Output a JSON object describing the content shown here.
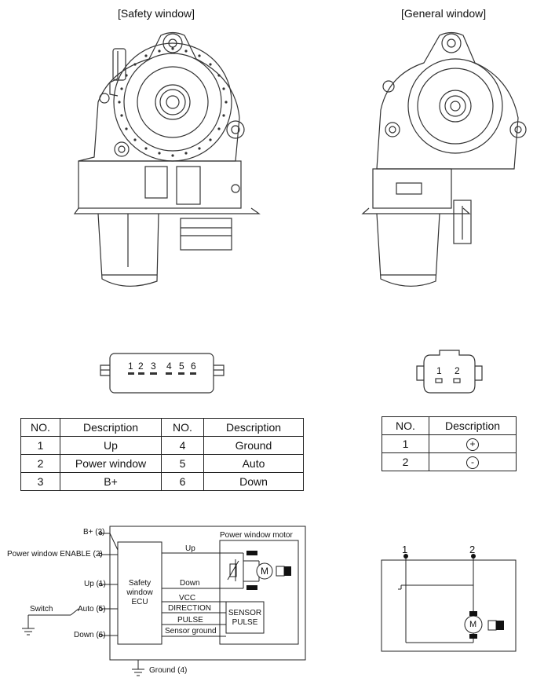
{
  "headings": {
    "safety": "[Safety window]",
    "general": "[General window]"
  },
  "safety_connector": {
    "pins": [
      "1",
      "2",
      "3",
      "4",
      "5",
      "6"
    ]
  },
  "general_connector": {
    "pins": [
      "1",
      "2"
    ]
  },
  "safety_table": {
    "headers": [
      "NO.",
      "Description",
      "NO.",
      "Description"
    ],
    "rows": [
      [
        "1",
        "Up",
        "4",
        "Ground"
      ],
      [
        "2",
        "Power window",
        "5",
        "Auto"
      ],
      [
        "3",
        "B+",
        "6",
        "Down"
      ]
    ]
  },
  "general_table": {
    "headers": [
      "NO.",
      "Description"
    ],
    "rows": [
      [
        "1",
        "+"
      ],
      [
        "2",
        "-"
      ]
    ]
  },
  "safety_circuit": {
    "inputs": {
      "b_plus": "B+ (3)",
      "enable": "Power window ENABLE (2)",
      "up": "Up (1)",
      "switch": "Switch",
      "auto": "Auto (5)",
      "down": "Down (6)",
      "ground": "Ground (4)"
    },
    "ecu": [
      "Safety",
      "window",
      "ECU"
    ],
    "motor_title": "Power window motor",
    "signals": {
      "up": "Up",
      "down": "Down",
      "vcc": "VCC",
      "direction": "DIRECTION",
      "pulse": "PULSE",
      "sensor_ground": "Sensor ground"
    },
    "sensor": [
      "SENSOR",
      "PULSE"
    ],
    "motor_symbol": "M"
  },
  "general_circuit": {
    "pin1": "1",
    "pin2": "2",
    "motor_symbol": "M"
  }
}
